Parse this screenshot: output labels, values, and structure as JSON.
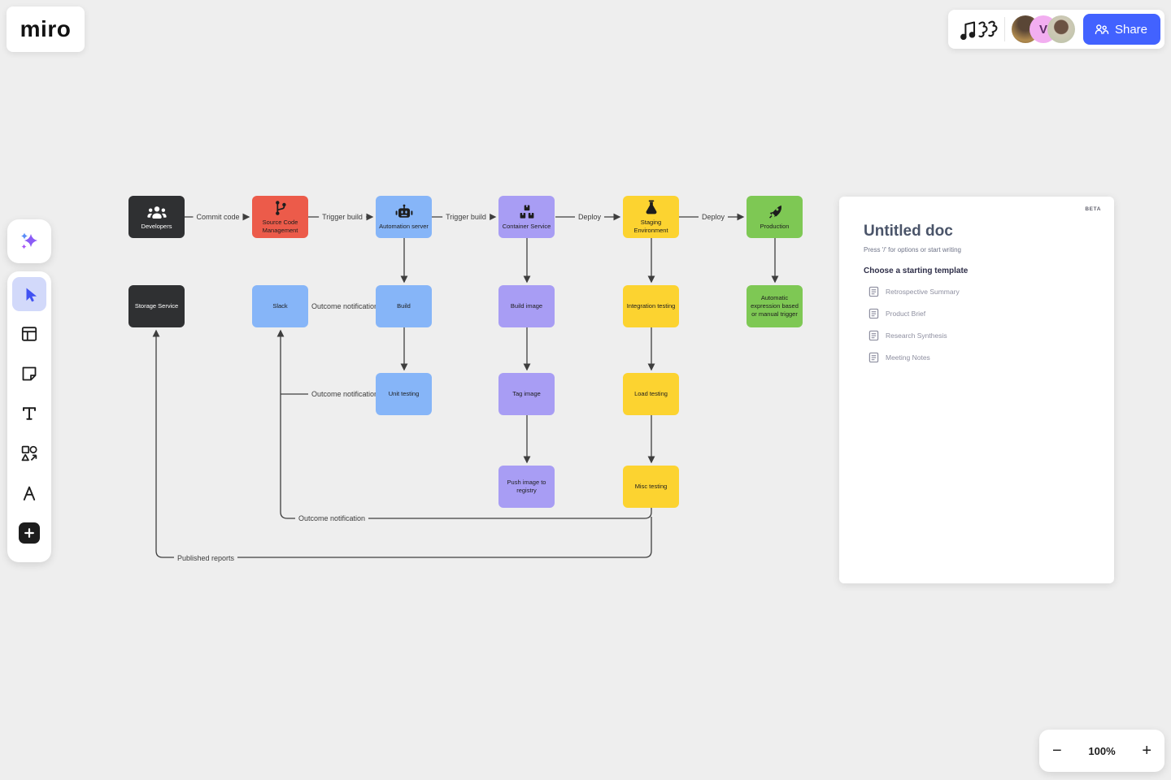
{
  "app": {
    "logo_text": "miro"
  },
  "topbar": {
    "share_label": "Share",
    "avatars": [
      {
        "initial": ""
      },
      {
        "initial": "V"
      },
      {
        "initial": ""
      }
    ],
    "share_color": "#4262ff"
  },
  "toolbar": {
    "tools": [
      "ai-assist",
      "select",
      "templates",
      "sticky-note",
      "text",
      "shapes",
      "draw",
      "add"
    ]
  },
  "diagram": {
    "nodes": [
      {
        "id": "developers",
        "label": "Developers",
        "color": "#2f3032"
      },
      {
        "id": "source-code-management",
        "label": "Source Code Management",
        "color": "#ec5b4a"
      },
      {
        "id": "automation-server",
        "label": "Automation server",
        "color": "#86b5f8"
      },
      {
        "id": "container-service",
        "label": "Container Service",
        "color": "#a89df4"
      },
      {
        "id": "staging-environment",
        "label": "Staging Environment",
        "color": "#fcd330"
      },
      {
        "id": "production",
        "label": "Production",
        "color": "#7ec854"
      },
      {
        "id": "storage-service",
        "label": "Storage Service",
        "color": "#2f3032"
      },
      {
        "id": "slack",
        "label": "Slack",
        "color": "#86b5f8"
      },
      {
        "id": "build",
        "label": "Build",
        "color": "#86b5f8"
      },
      {
        "id": "build-image",
        "label": "Build image",
        "color": "#a89df4"
      },
      {
        "id": "integration-testing",
        "label": "Integration testing",
        "color": "#fcd330"
      },
      {
        "id": "automatic-trigger",
        "label": "Automatic expression based or manual trigger",
        "color": "#7ec854"
      },
      {
        "id": "unit-testing",
        "label": "Unit testing",
        "color": "#86b5f8"
      },
      {
        "id": "tag-image",
        "label": "Tag image",
        "color": "#a89df4"
      },
      {
        "id": "load-testing",
        "label": "Load testing",
        "color": "#fcd330"
      },
      {
        "id": "push-image-to-registry",
        "label": "Push image to registry",
        "color": "#a89df4"
      },
      {
        "id": "misc-testing",
        "label": "Misc testing",
        "color": "#fcd330"
      }
    ],
    "edge_labels": [
      {
        "text": "Commit code"
      },
      {
        "text": "Trigger build"
      },
      {
        "text": "Trigger build"
      },
      {
        "text": "Deploy"
      },
      {
        "text": "Deploy"
      },
      {
        "text": "Outcome notification"
      },
      {
        "text": "Outcome notification"
      },
      {
        "text": "Outcome notification"
      },
      {
        "text": "Published reports"
      }
    ],
    "edge_color": "#3e3e3e"
  },
  "doc_panel": {
    "beta": "BETA",
    "title": "Untitled doc",
    "hint": "Press '/' for options or start writing",
    "section_title": "Choose a starting template",
    "templates": [
      {
        "label": "Retrospective Summary"
      },
      {
        "label": "Product Brief"
      },
      {
        "label": "Research Synthesis"
      },
      {
        "label": "Meeting Notes"
      }
    ]
  },
  "zoom_bar": {
    "minus": "−",
    "value": "100%",
    "plus": "+"
  }
}
